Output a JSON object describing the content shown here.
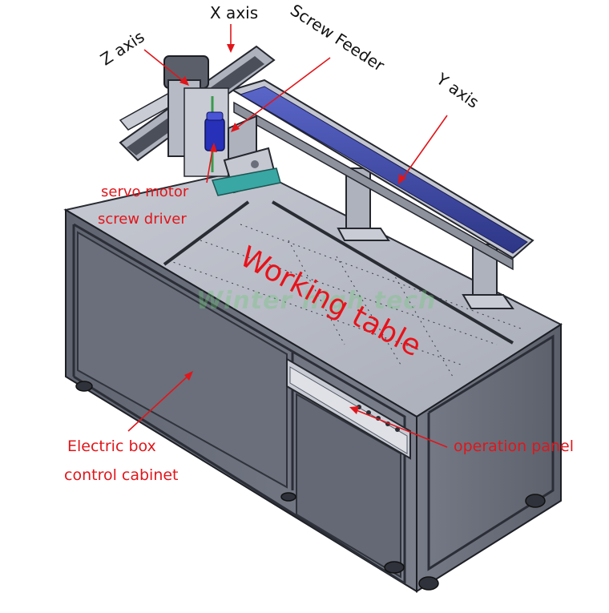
{
  "labels": {
    "x_axis": "X axis",
    "z_axis": "Z axis",
    "screw_feeder": "Screw Feeder",
    "y_axis": "Y axis",
    "servo_motor": "servo motor",
    "screw_driver": "screw driver",
    "working_table": "Working table",
    "electric_box": "Electric box",
    "control_cabinet": "control cabinet",
    "operation_panel": "operation panel"
  },
  "watermark": "Winter high tech",
  "colors": {
    "annotation_red": "#e0161b",
    "cabinet_gray": "#6e7280",
    "table_top": "#b9bcc6",
    "rail_blue": "#3c47a6"
  }
}
